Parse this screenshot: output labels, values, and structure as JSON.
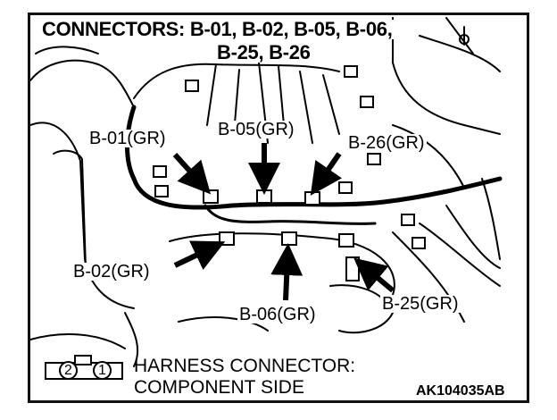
{
  "title": {
    "line1": "CONNECTORS: B-01, B-02, B-05, B-06,",
    "line2": "B-25, B-26"
  },
  "callouts": {
    "b01": "B-01(GR)",
    "b05": "B-05(GR)",
    "b26": "B-26(GR)",
    "b02": "B-02(GR)",
    "b06": "B-06(GR)",
    "b25": "B-25(GR)"
  },
  "legend": {
    "line1": "HARNESS CONNECTOR:",
    "line2": "COMPONENT SIDE",
    "pin_left": "2",
    "pin_right": "1"
  },
  "figure_code": "AK104035AB",
  "colors": {
    "line": "#000000",
    "background": "#ffffff"
  }
}
